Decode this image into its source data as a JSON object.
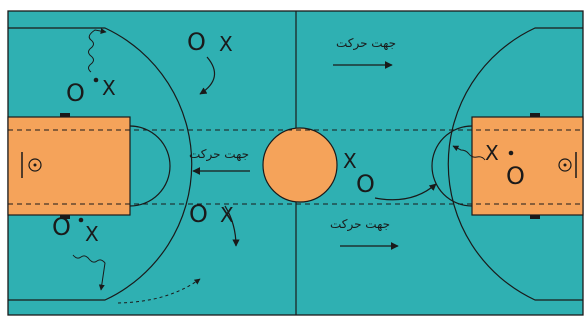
{
  "court": {
    "colors": {
      "floor": "#2fb0b2",
      "key": "#f5a35a",
      "lines": "#1a1a1a"
    }
  },
  "labels": {
    "direction_text": "جهت حرکت",
    "offense_marker": "O",
    "defense_marker": "X"
  }
}
